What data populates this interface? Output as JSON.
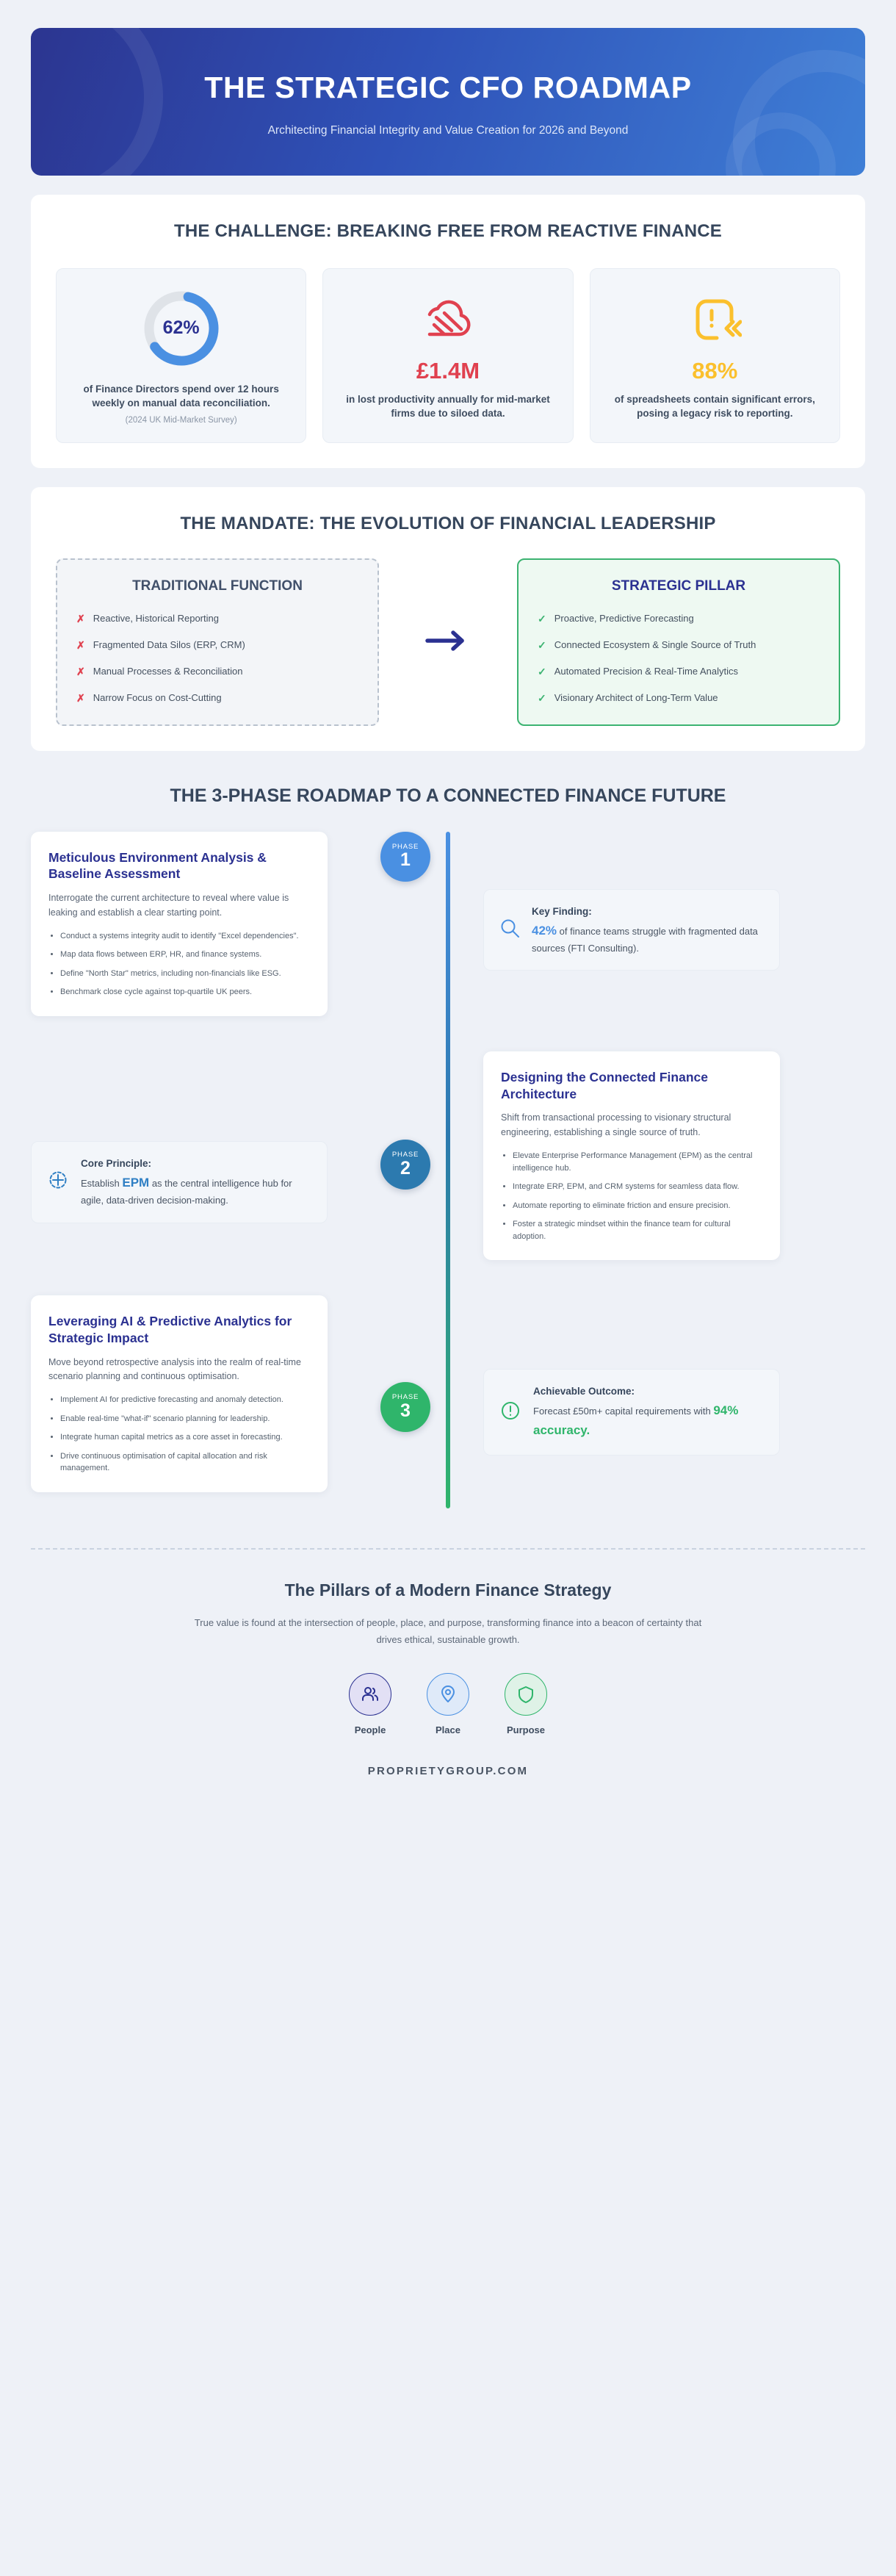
{
  "hero": {
    "title": "THE STRATEGIC CFO ROADMAP",
    "subtitle": "Architecting Financial Integrity and Value Creation for 2026 and Beyond"
  },
  "challenge": {
    "title": "THE CHALLENGE: BREAKING FREE FROM REACTIVE FINANCE",
    "stats": [
      {
        "icon": "donut-chart-icon",
        "value": "62%",
        "percent": 62,
        "color": "#4a90e2",
        "description": "of Finance Directors spend over 12 hours weekly on manual data reconciliation.",
        "note": "(2024 UK Mid-Market Survey)"
      },
      {
        "icon": "broken-link-cloud-icon",
        "value": "£1.4M",
        "color": "#e0414f",
        "description": "in lost productivity annually for mid-market firms due to siloed data.",
        "note": ""
      },
      {
        "icon": "spreadsheet-error-icon",
        "value": "88%",
        "color": "#fbc02d",
        "description": "of spreadsheets contain significant errors, posing a legacy risk to reporting.",
        "note": ""
      }
    ]
  },
  "mandate": {
    "title": "THE MANDATE: THE EVOLUTION OF FINANCIAL LEADERSHIP",
    "arrow_icon": "arrow-right-icon",
    "old": {
      "heading": "TRADITIONAL FUNCTION",
      "mark": "✗",
      "items": [
        "Reactive, Historical Reporting",
        "Fragmented Data Silos (ERP, CRM)",
        "Manual Processes & Reconciliation",
        "Narrow Focus on Cost-Cutting"
      ]
    },
    "new": {
      "heading": "STRATEGIC PILLAR",
      "mark": "✓",
      "items": [
        "Proactive, Predictive Forecasting",
        "Connected Ecosystem & Single Source of Truth",
        "Automated Precision & Real-Time Analytics",
        "Visionary Architect of Long-Term Value"
      ]
    }
  },
  "roadmap": {
    "title": "THE 3-PHASE ROADMAP TO A CONNECTED FINANCE FUTURE",
    "phases": [
      {
        "marker_label": "PHASE",
        "marker_number": "1",
        "marker_color": "#4a90e2",
        "side": "left",
        "title": "Meticulous Environment Analysis & Baseline Assessment",
        "lede": "Interrogate the current architecture to reveal where value is leaking and establish a clear starting point.",
        "bullets": [
          "Conduct a systems integrity audit to identify \"Excel dependencies\".",
          "Map data flows between ERP, HR, and finance systems.",
          "Define \"North Star\" metrics, including non-financials like ESG.",
          "Benchmark close cycle against top-quartile UK peers."
        ],
        "callout": {
          "icon": "magnifier-icon",
          "icon_color": "#4a90e2",
          "heading": "Key Finding:",
          "highlight": "42%",
          "highlight_color": "#4a90e2",
          "text": " of finance teams struggle with fragmented data sources (FTI Consulting)."
        }
      },
      {
        "marker_label": "PHASE",
        "marker_number": "2",
        "marker_color": "#2c7aaf",
        "side": "right",
        "title": "Designing the Connected Finance Architecture",
        "lede": "Shift from transactional processing to visionary structural engineering, establishing a single source of truth.",
        "bullets": [
          "Elevate Enterprise Performance Management (EPM) as the central intelligence hub.",
          "Integrate ERP, EPM, and CRM systems for seamless data flow.",
          "Automate reporting to eliminate friction and ensure precision.",
          "Foster a strategic mindset within the finance team for cultural adoption."
        ],
        "callout": {
          "icon": "target-crosshair-icon",
          "icon_color": "#2f7fc4",
          "heading": "Core Principle:",
          "text_before": "Establish ",
          "highlight": "EPM",
          "highlight_color": "#2f7fc4",
          "text": " as the central intelligence hub for agile, data-driven decision-making."
        }
      },
      {
        "marker_label": "PHASE",
        "marker_number": "3",
        "marker_color": "#2fb56b",
        "side": "left",
        "title": "Leveraging AI & Predictive Analytics for Strategic Impact",
        "lede": "Move beyond retrospective analysis into the realm of real-time scenario planning and continuous optimisation.",
        "bullets": [
          "Implement AI for predictive forecasting and anomaly detection.",
          "Enable real-time \"what-if\" scenario planning for leadership.",
          "Integrate human capital metrics as a core asset in forecasting.",
          "Drive continuous optimisation of capital allocation and risk management."
        ],
        "callout": {
          "icon": "exclamation-circle-icon",
          "icon_color": "#2fb56b",
          "heading": "Achievable Outcome:",
          "text_before": "Forecast £50m+ capital requirements with ",
          "highlight": "94% accuracy.",
          "highlight_color": "#2fb56b",
          "text": ""
        }
      }
    ]
  },
  "footer": {
    "heading": "The Pillars of a Modern Finance Strategy",
    "paragraph": "True value is found at the intersection of people, place, and purpose, transforming finance into a beacon of certainty that drives ethical, sustainable growth.",
    "pillars": [
      {
        "icon": "people-icon",
        "label": "People",
        "color": "#2b3191"
      },
      {
        "icon": "location-pin-icon",
        "label": "Place",
        "color": "#4a90e2"
      },
      {
        "icon": "shield-icon",
        "label": "Purpose",
        "color": "#2fb56b"
      }
    ],
    "brand": "PROPRIETYGROUP.COM"
  }
}
